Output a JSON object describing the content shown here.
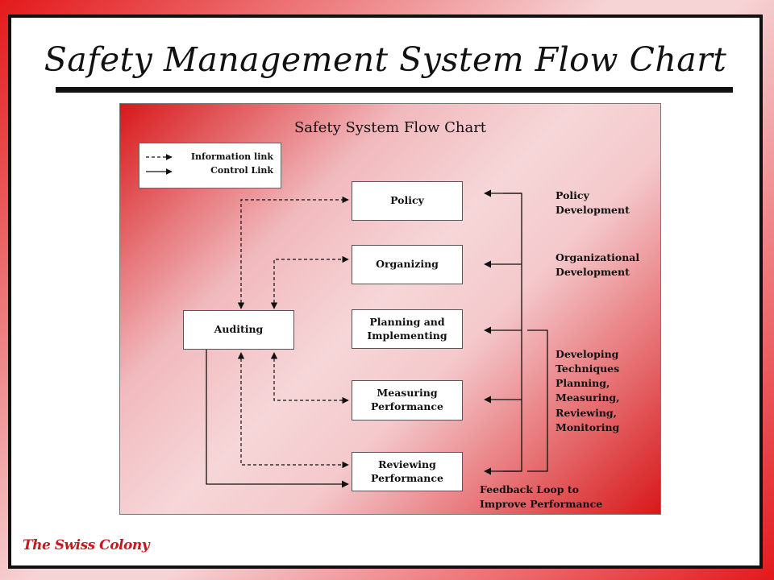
{
  "slide": {
    "title": "Safety Management System Flow Chart",
    "logo_text": "The Swiss Colony"
  },
  "diagram": {
    "title": "Safety System  Flow Chart",
    "legend": {
      "information_link": "Information link",
      "control_link": "Control Link"
    },
    "boxes": {
      "policy": "Policy",
      "organizing": "Organizing",
      "planning": "Planning and Implementing",
      "measuring": "Measuring Performance",
      "reviewing": "Reviewing Performance",
      "auditing": "Auditing"
    },
    "side_labels": {
      "policy_development": "Policy\nDevelopment",
      "organizational_development": "Organizational\nDevelopment",
      "developing_techniques": "Developing\nTechniques\nPlanning,\nMeasuring,\nReviewing,\nMonitoring",
      "feedback_loop": "Feedback Loop to\nImprove Performance"
    }
  },
  "colors": {
    "frame_red": "#e4191b",
    "panel_red": "#d8181a",
    "logo_red": "#c7181f"
  }
}
